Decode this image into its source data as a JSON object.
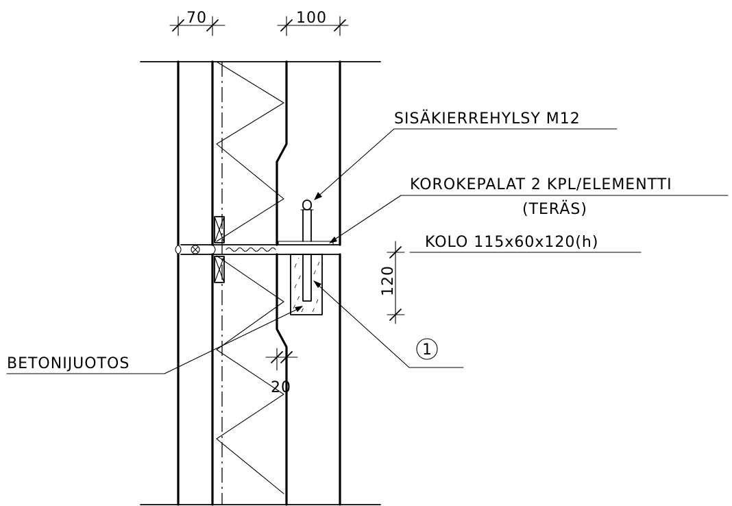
{
  "labels": {
    "sleeve": "SISÄKIERREHYLSY M12",
    "shims": "KOROKEPALAT 2 KPL/ELEMENTTI",
    "shims_material": "(TERÄS)",
    "recess": "KOLO 115x60x120(h)",
    "grout": "BETONIJUOTOS",
    "callout_number": "1"
  },
  "dimensions": {
    "top_left": "70",
    "top_right": "100",
    "recess_height": "120",
    "notch": "20"
  }
}
